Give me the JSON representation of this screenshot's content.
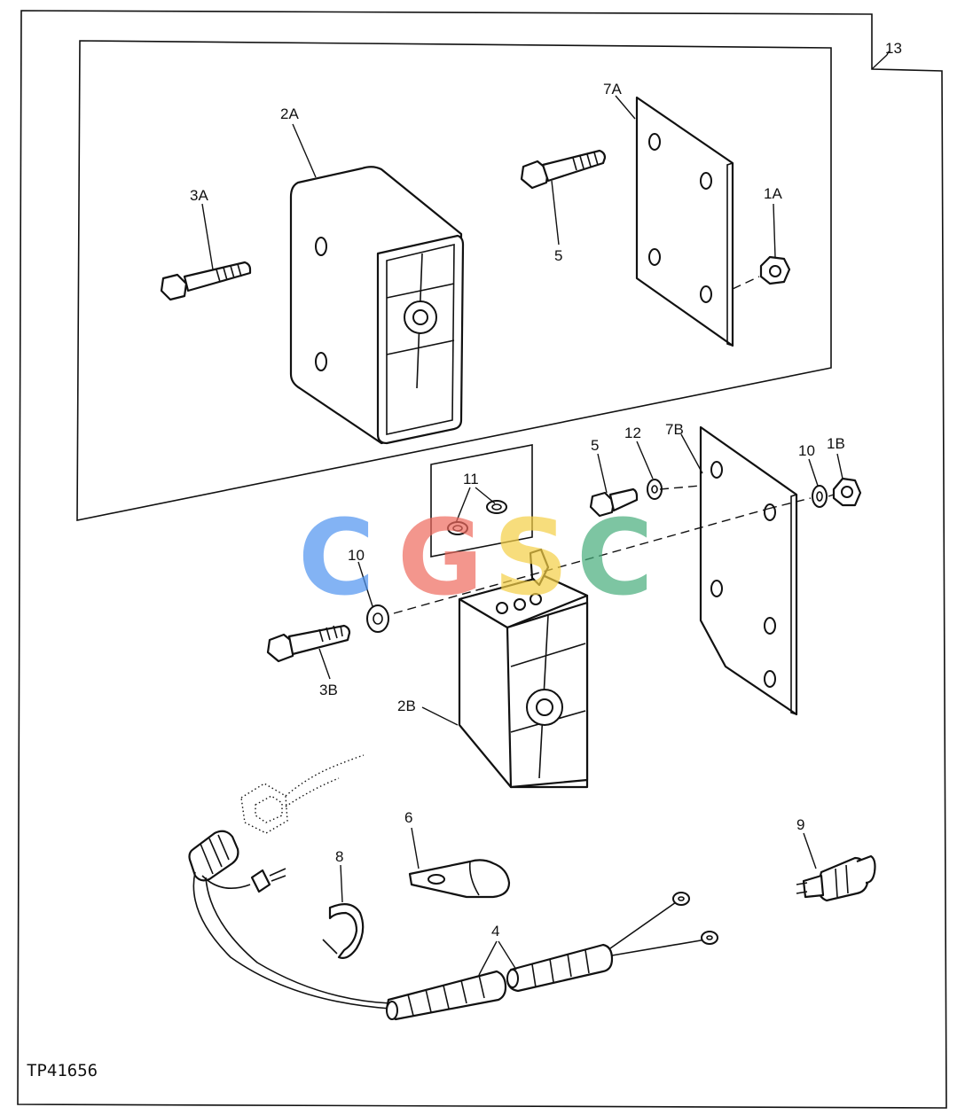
{
  "diagram": {
    "figure_code": "TP41656",
    "labels": {
      "l13": "13",
      "l2A": "2A",
      "l7A": "7A",
      "l3A": "3A",
      "l1A": "1A",
      "l5a": "5",
      "l5b": "5",
      "l11": "11",
      "l12": "12",
      "l7B": "7B",
      "l10a": "10",
      "l1B": "1B",
      "l10b": "10",
      "l3B": "3B",
      "l2B": "2B",
      "l6": "6",
      "l8": "8",
      "l9": "9",
      "l4": "4"
    }
  },
  "watermark": {
    "letters": [
      "C",
      "G",
      "S",
      "C"
    ],
    "colors": [
      "#4f94f0",
      "#ef6a5e",
      "#f5cf45",
      "#47ad7b"
    ]
  },
  "colors": {
    "line": "#111111",
    "paper": "#ffffff"
  }
}
